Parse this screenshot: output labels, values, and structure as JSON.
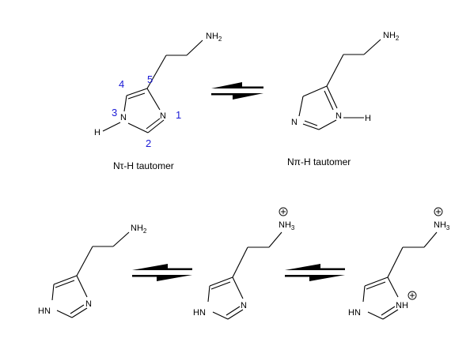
{
  "atoms": {
    "amine": "NH",
    "amine_sub": "2",
    "ammonium": "NH",
    "ammonium_sub": "3",
    "nitrogen": "N",
    "hydrogen": "H",
    "ring_nh": "HN",
    "protonated_ring_nh": "NH"
  },
  "numbering": [
    "1",
    "2",
    "3",
    "4",
    "5"
  ],
  "captions": {
    "tau": "Nτ-H tautomer",
    "pi": "Nπ-H tautomer"
  },
  "colors": {
    "bond": "#000000",
    "numbering": "#1a1ad6",
    "background": "#ffffff"
  }
}
